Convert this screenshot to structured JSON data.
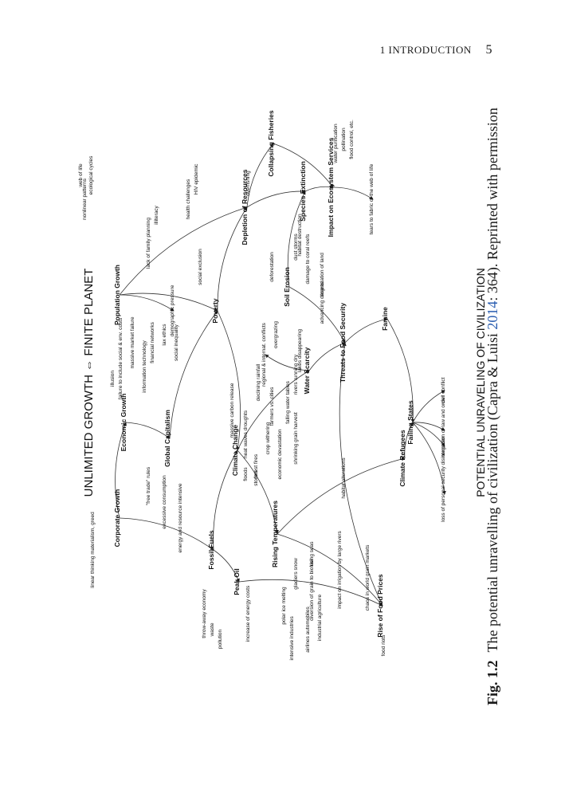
{
  "header": {
    "chapter": "1 INTRODUCTION",
    "page": "5"
  },
  "figure": {
    "title": "UNLIMITED GROWTH ⇔ FINITE PLANET",
    "bottom_title": "POTENTIAL UNRAVELING OF CIVILIZATION",
    "nodes": [
      {
        "text": "Population Growth",
        "bold": true
      },
      {
        "text": "Economic Growth",
        "bold": true
      },
      {
        "text": "Corporate Growth",
        "bold": true
      },
      {
        "text": "Global Capitalism",
        "bold": true
      },
      {
        "text": "Poverty",
        "bold": true
      },
      {
        "text": "Depletion of Resources",
        "bold": true
      },
      {
        "text": "Collapsing Fisheries",
        "bold": true
      },
      {
        "text": "Species Extinction",
        "bold": true
      },
      {
        "text": "Impact on Ecosystem Services",
        "bold": true
      },
      {
        "text": "Fossil Fuels",
        "bold": true
      },
      {
        "text": "Peak Oil",
        "bold": true
      },
      {
        "text": "Climate Change",
        "bold": true
      },
      {
        "text": "Rising Temperatures",
        "bold": true
      },
      {
        "text": "Soil Erosion",
        "bold": true
      },
      {
        "text": "Water Scarcity",
        "bold": true
      },
      {
        "text": "Threats to Food Security",
        "bold": true
      },
      {
        "text": "Famine",
        "bold": true
      },
      {
        "text": "Failing States",
        "bold": true
      },
      {
        "text": "Climate Refugees",
        "bold": true
      },
      {
        "text": "Rise of Food Prices",
        "bold": true
      },
      {
        "text": "lack of family planning",
        "bold": false
      },
      {
        "text": "illiteracy",
        "bold": false
      },
      {
        "text": "demographic pressure",
        "bold": false
      },
      {
        "text": "health challenges",
        "bold": false
      },
      {
        "text": "HIV epidemic",
        "bold": false
      },
      {
        "text": "social exclusion",
        "bold": false
      },
      {
        "text": "illusion",
        "bold": false
      },
      {
        "text": "failure to include social & env. costs",
        "bold": false
      },
      {
        "text": "massive market failure",
        "bold": false
      },
      {
        "text": "information technology",
        "bold": false
      },
      {
        "text": "financial networks",
        "bold": false
      },
      {
        "text": "lax ethics",
        "bold": false
      },
      {
        "text": "social inequality",
        "bold": false
      },
      {
        "text": "\"free trade\" rules",
        "bold": false
      },
      {
        "text": "excessive consumption",
        "bold": false
      },
      {
        "text": "energy and resource intensive",
        "bold": false
      },
      {
        "text": "throw-away economy",
        "bold": false
      },
      {
        "text": "waste",
        "bold": false
      },
      {
        "text": "pollution",
        "bold": false
      },
      {
        "text": "increase of energy costs",
        "bold": false
      },
      {
        "text": "impact on oil intensive industries",
        "bold": false
      },
      {
        "text": "airlines automobiles",
        "bold": false
      },
      {
        "text": "industrial agriculture",
        "bold": false
      },
      {
        "text": "diversion of grain to biofuel",
        "bold": false
      },
      {
        "text": "food riots",
        "bold": false
      },
      {
        "text": "chaos in world grain markets",
        "bold": false
      },
      {
        "text": "polar ice melting",
        "bold": false
      },
      {
        "text": "glaciers snow",
        "bold": false
      },
      {
        "text": "rising seas",
        "bold": false
      },
      {
        "text": "impact on irrigation by large rivers",
        "bold": false
      },
      {
        "text": "floods",
        "bold": false
      },
      {
        "text": "storms",
        "bold": false
      },
      {
        "text": "forest fires",
        "bold": false
      },
      {
        "text": "heat waves droughts",
        "bold": false
      },
      {
        "text": "crop withering",
        "bold": false
      },
      {
        "text": "economic devastation",
        "bold": false
      },
      {
        "text": "shrinking grain harvest",
        "bold": false
      },
      {
        "text": "habitat alterations",
        "bold": false
      },
      {
        "text": "massive carbon release",
        "bold": false
      },
      {
        "text": "declining rainfall",
        "bold": false
      },
      {
        "text": "farmers vs. cities",
        "bold": false
      },
      {
        "text": "falling water tables",
        "bold": false
      },
      {
        "text": "rivers running dry",
        "bold": false
      },
      {
        "text": "lakes disappearing",
        "bold": false
      },
      {
        "text": "regional & internat. conflicts",
        "bold": false
      },
      {
        "text": "overgrazing",
        "bold": false
      },
      {
        "text": "advancing deserts",
        "bold": false
      },
      {
        "text": "degradation of land",
        "bold": false
      },
      {
        "text": "damage to coral reefs",
        "bold": false
      },
      {
        "text": "dust storms",
        "bold": false
      },
      {
        "text": "deforestation",
        "bold": false
      },
      {
        "text": "habitat destruction",
        "bold": false
      },
      {
        "text": "overfishing",
        "bold": false
      },
      {
        "text": "water purification",
        "bold": false
      },
      {
        "text": "pollination",
        "bold": false
      },
      {
        "text": "flood control, etc.",
        "bold": false
      },
      {
        "text": "tears to fabric of the web of life",
        "bold": false
      },
      {
        "text": "disintegration of law and order",
        "bold": false
      },
      {
        "text": "civil conflict",
        "bold": false
      },
      {
        "text": "terrorism",
        "bold": false
      },
      {
        "text": "loss of personal security",
        "bold": false
      },
      {
        "text": "linear thinking materialism, greed",
        "bold": false
      },
      {
        "text": "nonlinear patterns",
        "bold": false
      },
      {
        "text": "web of life",
        "bold": false
      },
      {
        "text": "ecological cycles",
        "bold": false
      }
    ]
  },
  "caption": {
    "label": "Fig. 1.2",
    "text_before": "The potential unravelling of civilization (Capra & Luisi ",
    "year": "2014",
    "text_after": ": 364). Reprinted with permission"
  }
}
